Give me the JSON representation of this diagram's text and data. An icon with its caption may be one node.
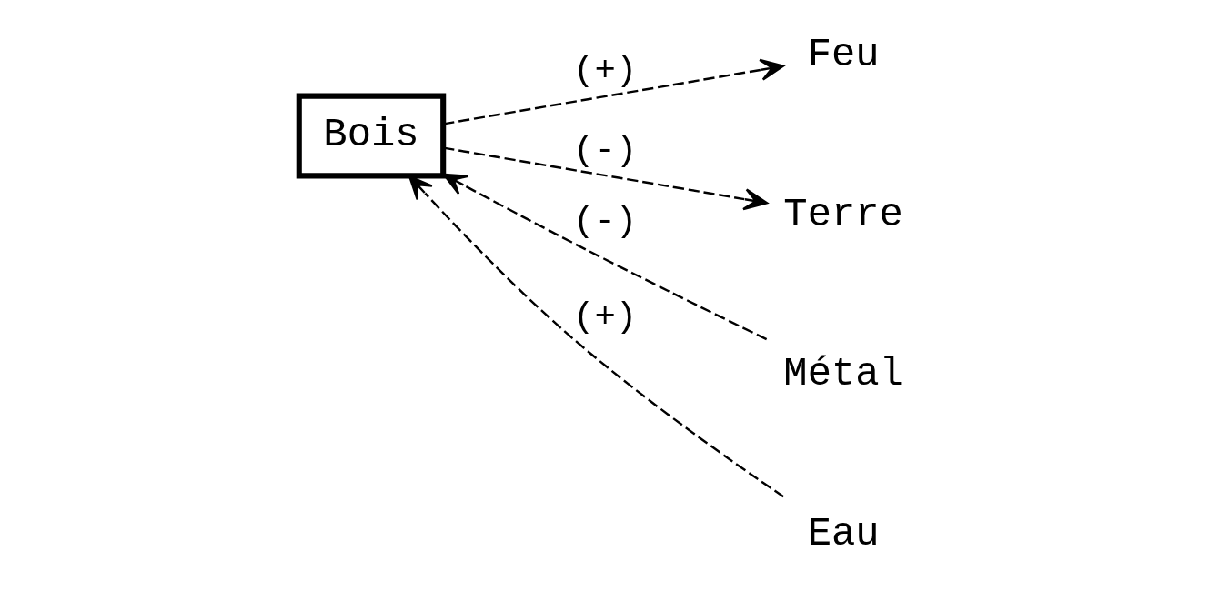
{
  "diagram": {
    "nodes": [
      {
        "text": [
          "Bois"
        ]
      },
      {
        "text": [
          "Feu"
        ]
      },
      {
        "text": [
          "Terre"
        ]
      },
      {
        "text": [
          "Métal"
        ]
      },
      {
        "text": [
          "Eau"
        ]
      }
    ],
    "edges": [
      {
        "from": 0,
        "to": 1,
        "arrow": "to",
        "label": "(+)",
        "style": "dashed"
      },
      {
        "from": 0,
        "to": 2,
        "arrow": "to",
        "label": "(-)",
        "style": "dashed"
      },
      {
        "from": 3,
        "to": 0,
        "arrow": "to",
        "label": "(-)",
        "style": "dashed"
      },
      {
        "from": 4,
        "to": 0,
        "arrow": "to",
        "label": "(+)",
        "style": "dashed"
      }
    ]
  }
}
